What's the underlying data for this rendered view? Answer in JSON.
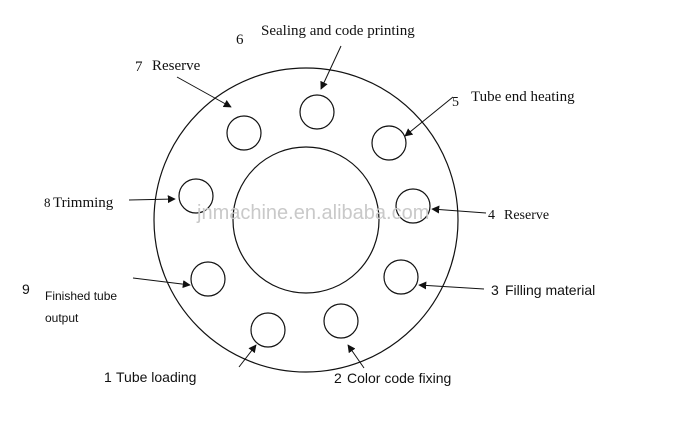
{
  "watermark": "jnmachine.en.alibaba.com",
  "colors": {
    "stroke": "#111111",
    "background": "#ffffff",
    "watermark": "#c9c9c9"
  },
  "stations": [
    {
      "number": "1",
      "label": "Tube loading"
    },
    {
      "number": "2",
      "label": "Color code fixing"
    },
    {
      "number": "3",
      "label": "Filling material"
    },
    {
      "number": "4",
      "label": "Reserve"
    },
    {
      "number": "5",
      "label": "Tube end heating"
    },
    {
      "number": "6",
      "label": "Sealing and code printing"
    },
    {
      "number": "7",
      "label": "Reserve"
    },
    {
      "number": "8",
      "label": "Trimming"
    },
    {
      "number": "9",
      "label_line1": "Finished tube",
      "label_line2": "output"
    }
  ]
}
